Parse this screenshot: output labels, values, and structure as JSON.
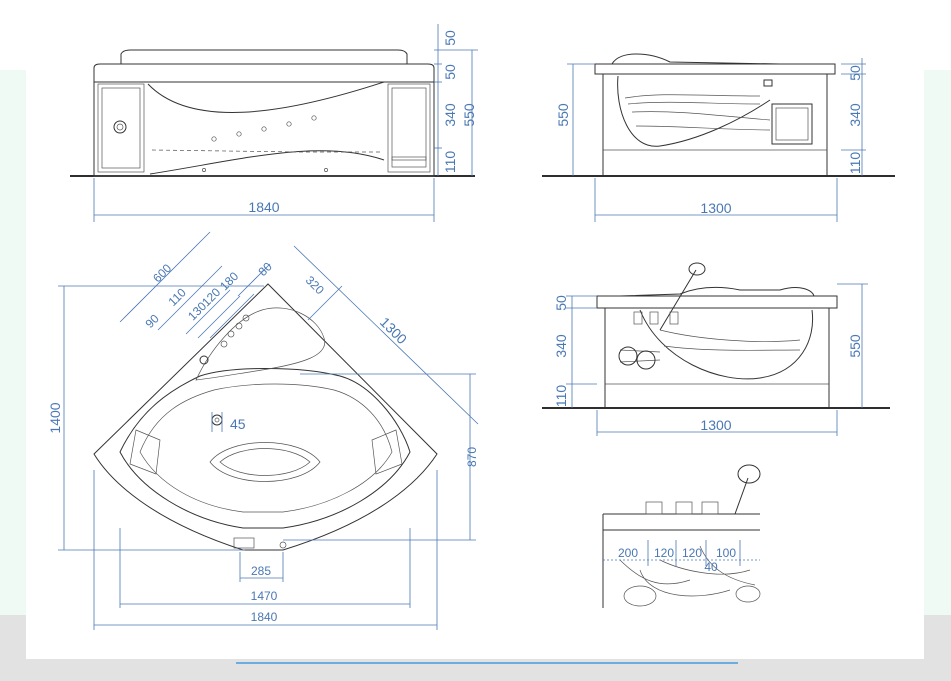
{
  "colors": {
    "dimension": "#4a78b4",
    "outline": "#333333",
    "background": "#eefaf3",
    "accent": "#6aaee0"
  },
  "front_view": {
    "heights": [
      "50",
      "50",
      "340",
      "550",
      "110"
    ],
    "width": "1840"
  },
  "side_view": {
    "heights": [
      "550",
      "50",
      "340",
      "110"
    ],
    "width": "1300"
  },
  "plan_view": {
    "diag_dims": [
      "600",
      "110",
      "90",
      "130",
      "120",
      "180",
      "80",
      "320",
      "1300"
    ],
    "height": "1400",
    "side": "870",
    "hole": "45",
    "bottom_dims": [
      "285",
      "1470",
      "1840"
    ]
  },
  "back_view": {
    "heights": [
      "50",
      "340",
      "110"
    ],
    "right_height": "550",
    "width": "1300"
  },
  "detail_view": {
    "dims": [
      "200",
      "120",
      "120",
      "100",
      "40"
    ]
  }
}
